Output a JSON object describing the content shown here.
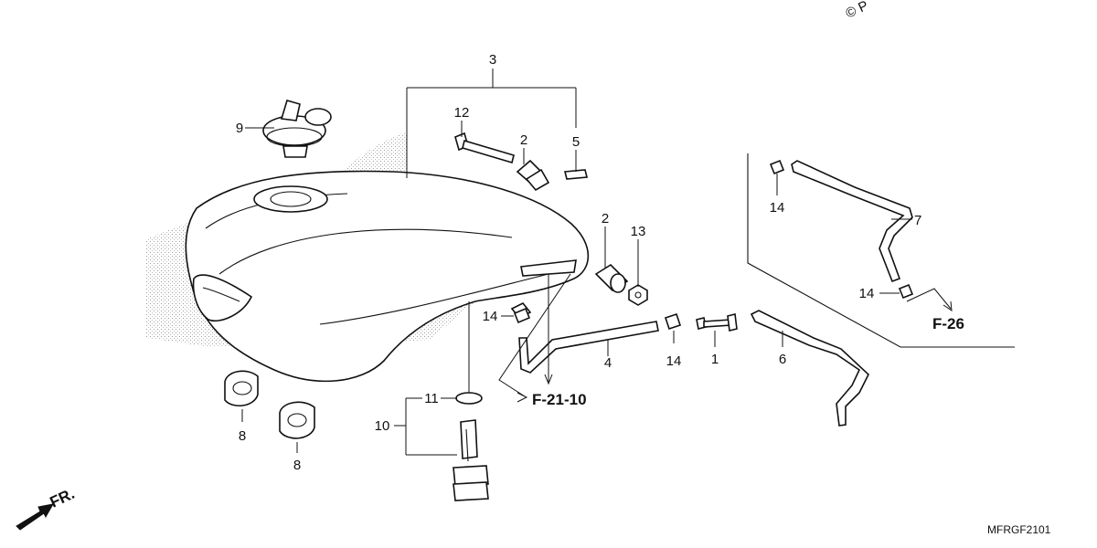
{
  "copyright": "© P",
  "diagram_code": "MFRGF2101",
  "front_arrow_label": "FR.",
  "references": {
    "fuel_hose": "F-21-10",
    "vent": "F-26"
  },
  "callouts": {
    "c1": "1",
    "c2a": "2",
    "c2b": "2",
    "c3": "3",
    "c4": "4",
    "c5": "5",
    "c6": "6",
    "c7": "7",
    "c8a": "8",
    "c8b": "8",
    "c9": "9",
    "c10": "10",
    "c11": "11",
    "c12": "12",
    "c13": "13",
    "c14a": "14",
    "c14b": "14",
    "c14c": "14",
    "c14d": "14"
  },
  "colors": {
    "ink": "#111111",
    "background": "#ffffff",
    "stipple": "#9a9a9a"
  }
}
